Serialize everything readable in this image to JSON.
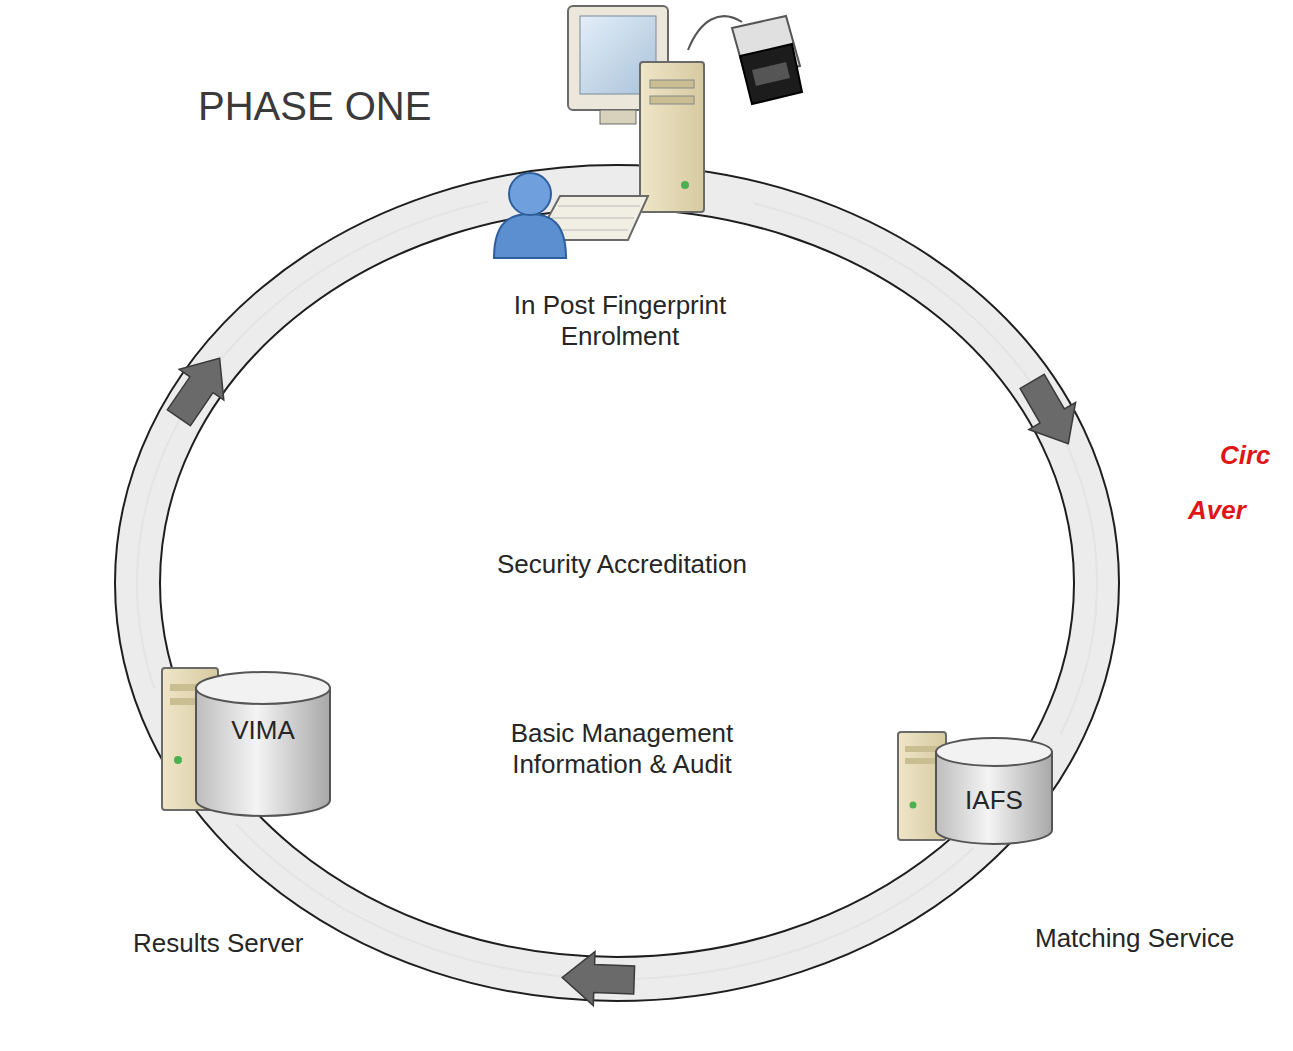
{
  "diagram": {
    "title": "PHASE ONE",
    "nodes": [
      {
        "text": [
          "In Post Fingerprint Enrolment"
        ]
      },
      {
        "text": [
          "IAFS",
          "Matching Service"
        ]
      },
      {
        "text": [
          "VIMA",
          "Results Server"
        ]
      }
    ],
    "edges": [
      {
        "from": 0,
        "to": 1,
        "arrow": "to"
      },
      {
        "from": 1,
        "to": 2,
        "arrow": "to"
      },
      {
        "from": 2,
        "to": 0,
        "arrow": "to"
      }
    ],
    "labels": [
      "Security Accreditation",
      "Basic Management Information & Audit",
      "Circ",
      "Aver"
    ]
  }
}
